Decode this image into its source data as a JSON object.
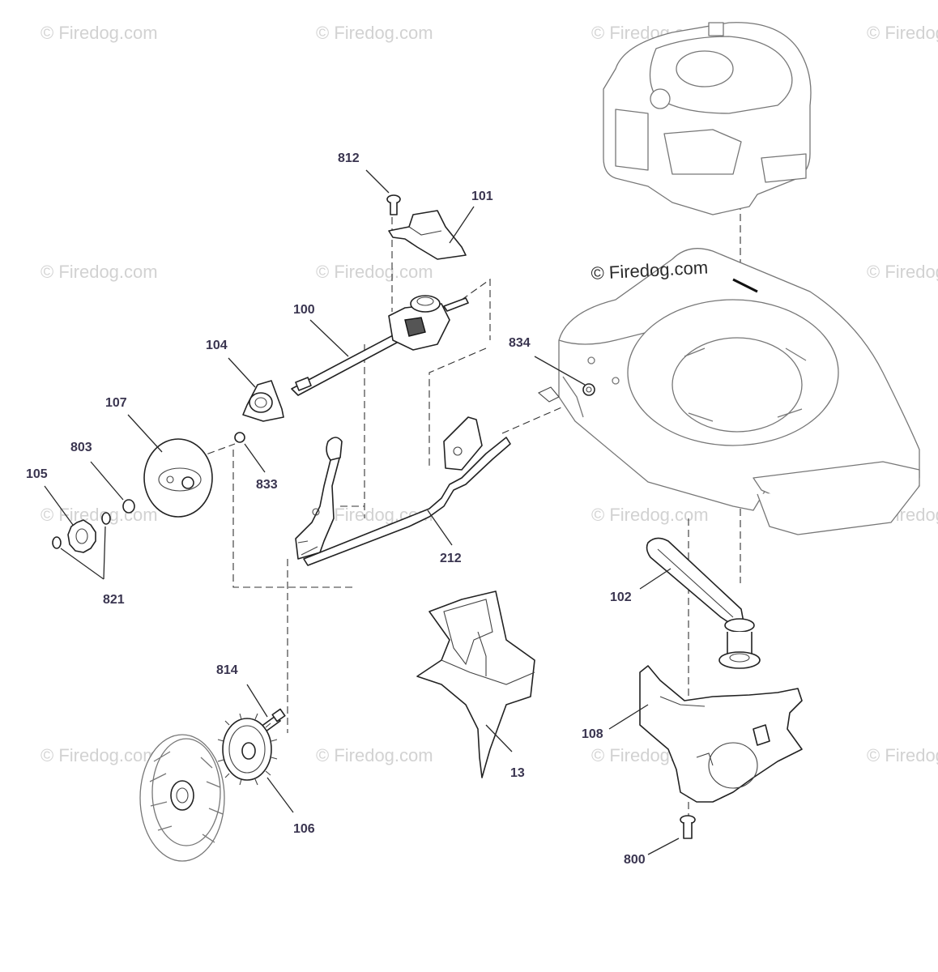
{
  "watermarks": {
    "faint": "© Firedog.com",
    "main": "© Firedog.com"
  },
  "parts": {
    "p13": "13",
    "p100": "100",
    "p101": "101",
    "p102": "102",
    "p104": "104",
    "p105": "105",
    "p106": "106",
    "p107": "107",
    "p108": "108",
    "p212": "212",
    "p800": "800",
    "p803": "803",
    "p812": "812",
    "p814": "814",
    "p821": "821",
    "p833": "833",
    "p834": "834"
  }
}
